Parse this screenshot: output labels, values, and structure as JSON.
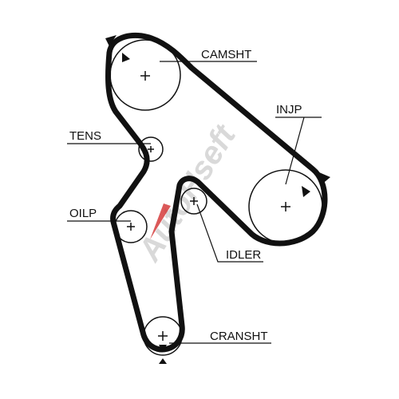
{
  "colors": {
    "ink": "#111111",
    "background": "#ffffff",
    "watermark_main": "#d9d9d9",
    "watermark_accent": "#d23030"
  },
  "watermark": {
    "text": "AutoHseft"
  },
  "labels": {
    "camshaft": "CAMSHT",
    "injection_pump": "INJP",
    "tensioner": "TENS",
    "oil_pump": "OILP",
    "idler": "IDLER",
    "crankshaft": "CRANSHT"
  },
  "icons": {
    "rotation_arrow": "triangle-arrow-icon",
    "center_mark": "plus-icon"
  }
}
